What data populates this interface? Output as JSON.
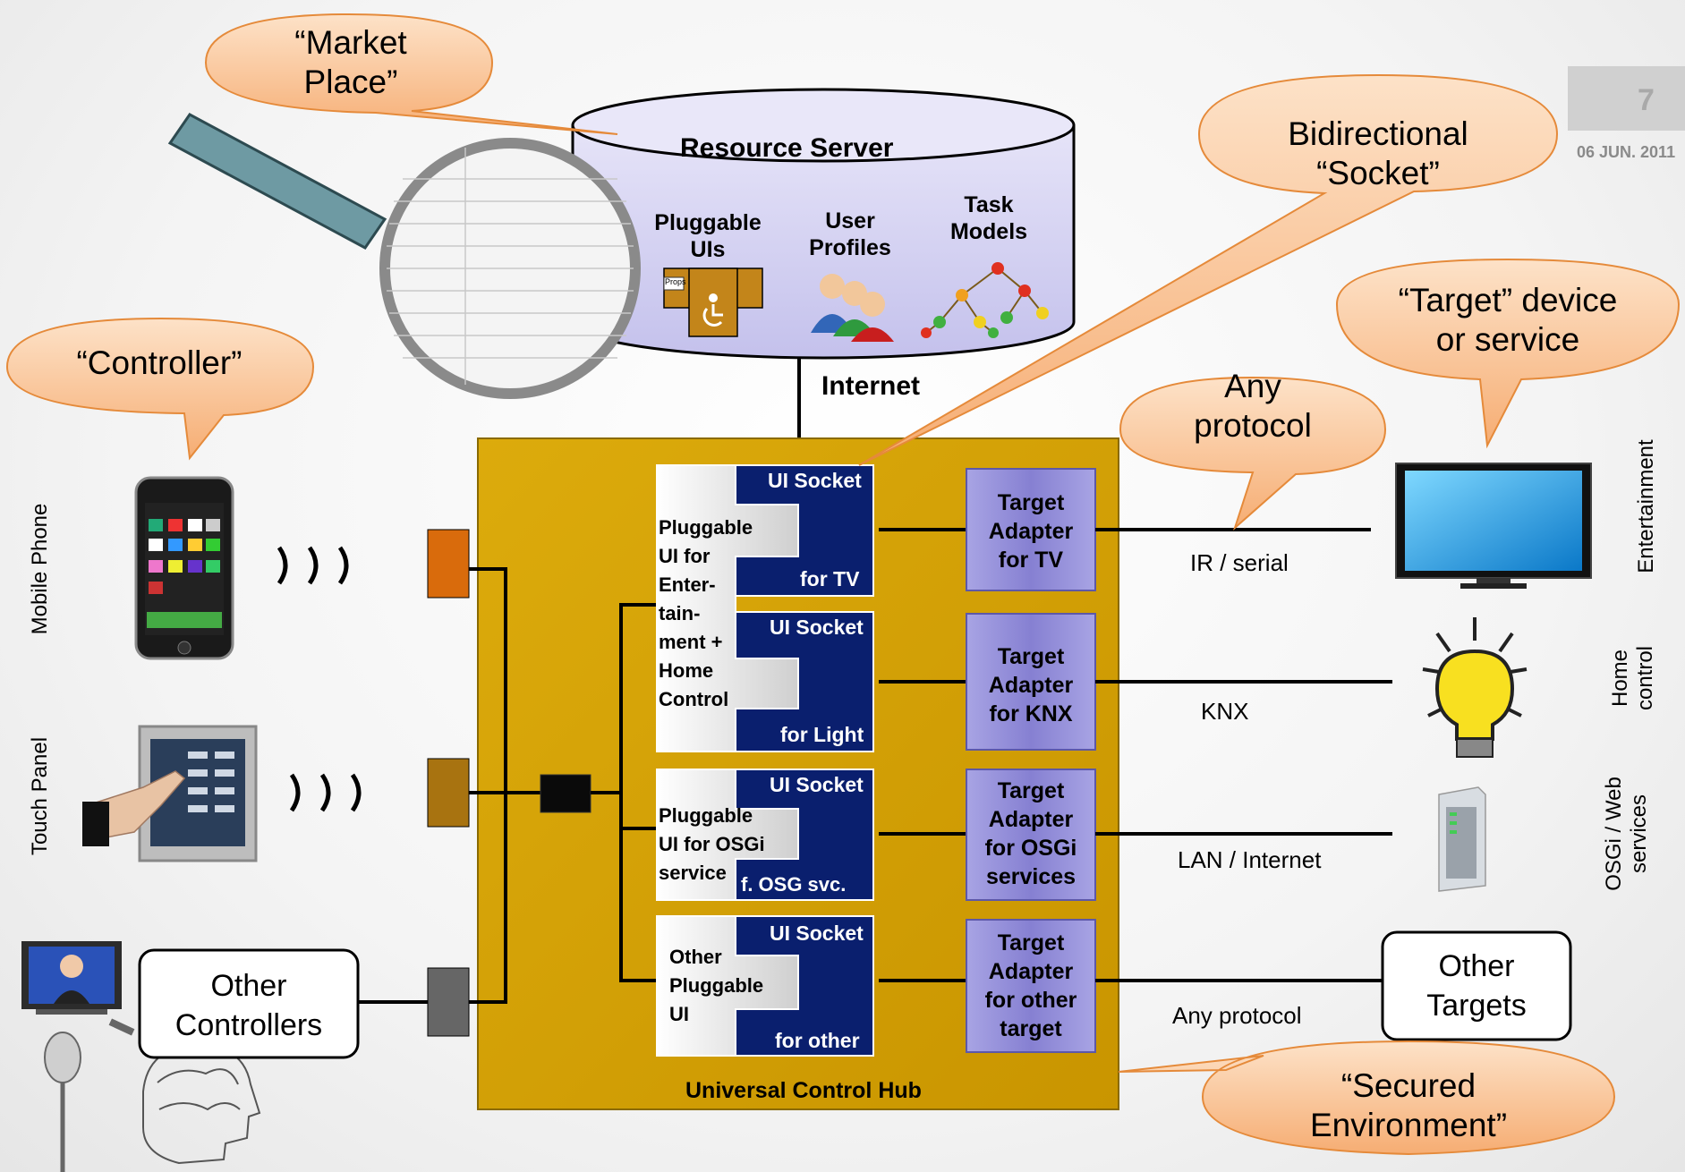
{
  "header": {
    "page_number": "7",
    "date": "06 JUN. 2011"
  },
  "callouts": {
    "market_place": [
      "“Market",
      "Place”"
    ],
    "controller": "“Controller”",
    "bidirectional_socket": [
      "Bidirectional",
      "“Socket”"
    ],
    "target_device": [
      "“Target” device",
      "or service"
    ],
    "any_protocol": [
      "Any",
      "protocol"
    ],
    "secured_environment": [
      "“Secured",
      "Environment”"
    ]
  },
  "resource_server": {
    "title": "Resource Server",
    "items": [
      [
        "Pluggable",
        "UIs"
      ],
      [
        "User",
        "Profiles"
      ],
      [
        "Task",
        "Models"
      ]
    ],
    "props_label": "Props"
  },
  "internet_label": "Internet",
  "hub": {
    "title": "Universal Control Hub",
    "sockets": [
      {
        "top": "UI Socket",
        "bottom": "for TV"
      },
      {
        "top": "UI Socket",
        "bottom": "for Light"
      },
      {
        "top": "UI Socket",
        "bottom": "f. OSG svc."
      },
      {
        "top": "UI Socket",
        "bottom": "for other"
      }
    ],
    "pluggable_uis": [
      [
        "Pluggable",
        "UI for",
        "Enter-",
        "tain-",
        "ment +",
        "Home",
        "Control"
      ],
      [
        "Pluggable",
        "UI for OSGi",
        "service"
      ],
      [
        "Other",
        "Pluggable",
        "UI"
      ]
    ],
    "adapters": [
      [
        "Target",
        "Adapter",
        "for TV"
      ],
      [
        "Target",
        "Adapter",
        "for KNX"
      ],
      [
        "Target",
        "Adapter",
        "for OSGi",
        "services"
      ],
      [
        "Target",
        "Adapter",
        "for other",
        "target"
      ]
    ]
  },
  "links": [
    "IR / serial",
    "KNX",
    "LAN / Internet",
    "Any protocol"
  ],
  "controllers": {
    "mobile_phone": "Mobile Phone",
    "touch_panel": "Touch Panel",
    "other": [
      "Other",
      "Controllers"
    ]
  },
  "targets": {
    "entertainment": "Entertainment",
    "home_control": [
      "Home",
      "control"
    ],
    "osgi_web": [
      "OSGi / Web",
      "services"
    ],
    "other": [
      "Other",
      "Targets"
    ]
  },
  "colors": {
    "hub": "#d6a205",
    "socket": "#0a1f6e",
    "adapter": "#8a86d4",
    "callout": "#f9be8a",
    "server": "#c9c6ee"
  }
}
